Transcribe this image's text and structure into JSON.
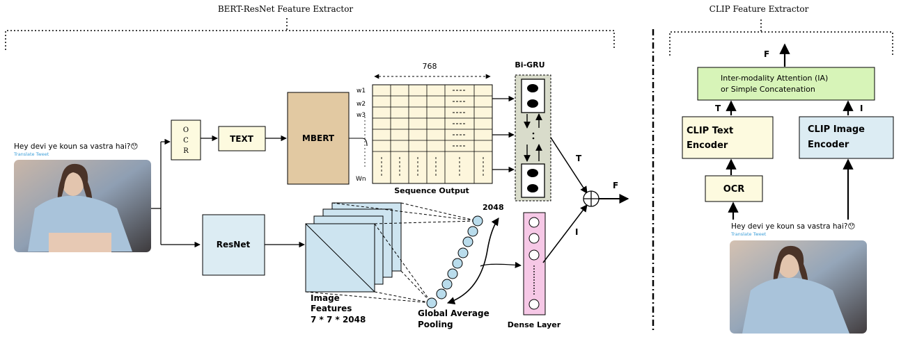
{
  "left_section": {
    "title": "BERT-ResNet Feature Extractor",
    "tweet": {
      "text": "Hey devi ye koun sa vastra hai?😯",
      "translate": "Translate Tweet"
    },
    "ocr": [
      "O",
      "C",
      "R"
    ],
    "text_box": "TEXT",
    "mbert": "MBERT",
    "seq_dim": "768",
    "word_labels": [
      "w1",
      "w2",
      "w3",
      "Wn"
    ],
    "seq_output": "Sequence Output",
    "bigru": "Bi-GRU",
    "resnet": "ResNet",
    "image_features": [
      "Image",
      "Features",
      "7 * 7 * 2048"
    ],
    "pool_dim": "2048",
    "gap": [
      "Global Average",
      "Pooling"
    ],
    "dense": "Dense Layer",
    "t_label": "T",
    "i_label": "I",
    "f_label": "F"
  },
  "right_section": {
    "title": "CLIP  Feature Extractor",
    "f_label": "F",
    "ia_lines": [
      "Inter-modality Attention (IA)",
      "or Simple Concatenation"
    ],
    "t_label": "T",
    "i_label": "I",
    "clip_text": [
      "CLIP Text",
      "Encoder"
    ],
    "clip_image": [
      "CLIP Image",
      "Encoder"
    ],
    "ocr": "OCR",
    "tweet": {
      "text": "Hey devi ye koun sa vastra hai?😯",
      "translate": "Translate Tweet"
    }
  },
  "colors": {
    "ocr_fill": "#fdfadf",
    "text_fill": "#fdfadf",
    "mbert_fill": "#e2c9a2",
    "grid_fill": "#fdf6dc",
    "bigru_fill": "#d9dccb",
    "resnet_fill": "#dcecf3",
    "featmap_fill": "#cde4f0",
    "pool_fill": "#b9dcec",
    "dense_fill": "#f6c8e6",
    "ia_fill": "#d7f4b8",
    "clip_text_fill": "#fdfadf",
    "clip_image_fill": "#dcecf3",
    "clip_ocr_fill": "#fdfadf",
    "translate_link": "#3b9ed8"
  }
}
